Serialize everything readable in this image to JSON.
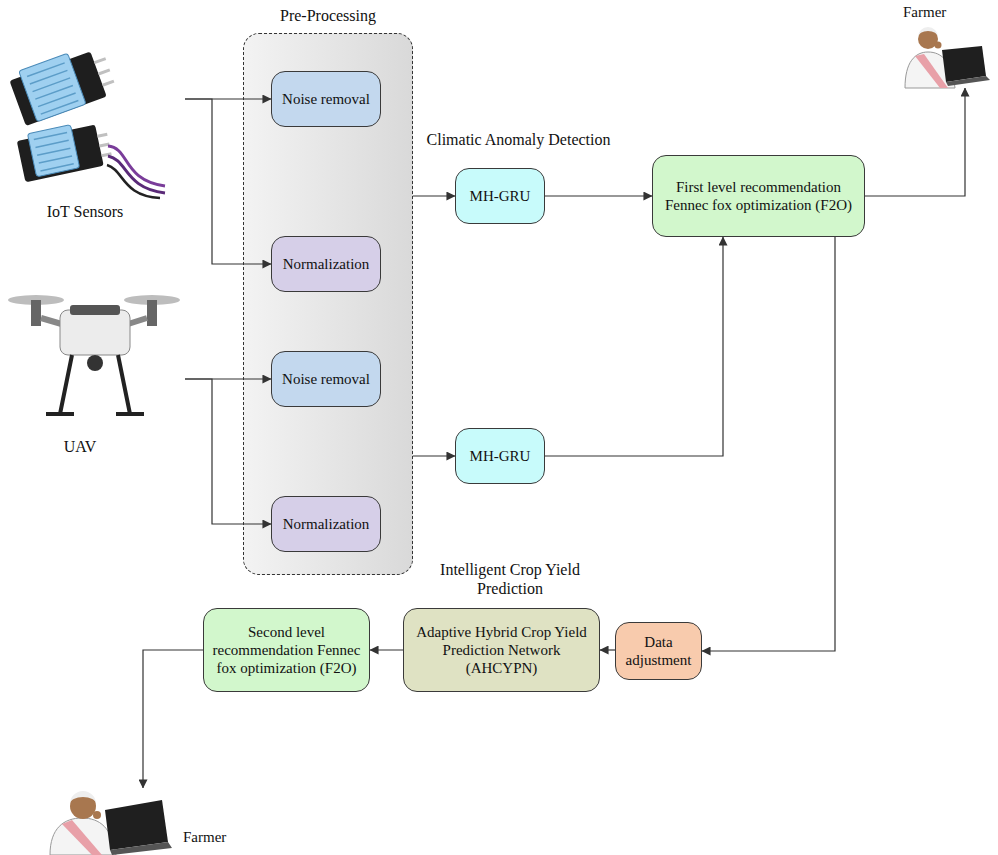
{
  "diagram": {
    "nodes": [
      {
        "text": [
          "IoT Sensors"
        ]
      },
      {
        "text": [
          "Pre-Processing"
        ]
      },
      {
        "text": [
          "Noise removal"
        ],
        "in": 1
      },
      {
        "text": [
          "Normalization"
        ],
        "in": 1
      },
      {
        "text": [
          "Noise removal"
        ],
        "in": 1
      },
      {
        "text": [
          "Normalization"
        ],
        "in": 1
      },
      {
        "text": [
          "UAV"
        ]
      },
      {
        "text": [
          "MH-GRU"
        ]
      },
      {
        "text": [
          "MH-GRU"
        ]
      },
      {
        "text": [
          "First level recommendation Fennec fox optimization (F2O)"
        ]
      },
      {
        "text": [
          "Farmer"
        ]
      },
      {
        "text": [
          "Data adjustment"
        ]
      },
      {
        "text": [
          "Adaptive Hybrid Crop Yield Prediction Network (AHCYPN)"
        ]
      },
      {
        "text": [
          "Second level recommendation Fennec fox optimization (F2O)"
        ]
      },
      {
        "text": [
          "Farmer"
        ]
      }
    ],
    "edges": [
      {
        "from": 0,
        "to": 2,
        "arrow": "to"
      },
      {
        "from": 0,
        "to": 3,
        "arrow": "to"
      },
      {
        "from": 6,
        "to": 4,
        "arrow": "to"
      },
      {
        "from": 6,
        "to": 5,
        "arrow": "to"
      },
      {
        "from": 1,
        "to": 7,
        "arrow": "to"
      },
      {
        "from": 1,
        "to": 8,
        "arrow": "to"
      },
      {
        "from": 7,
        "to": 9,
        "arrow": "to"
      },
      {
        "from": 8,
        "to": 9,
        "arrow": "to"
      },
      {
        "from": 9,
        "to": 10,
        "arrow": "to"
      },
      {
        "from": 9,
        "to": 11,
        "arrow": "to"
      },
      {
        "from": 11,
        "to": 12,
        "arrow": "to"
      },
      {
        "from": 12,
        "to": 13,
        "arrow": "to"
      },
      {
        "from": 13,
        "to": 14,
        "arrow": "to"
      }
    ],
    "labels": [
      "Climatic Anomaly Detection",
      "Intelligent Crop Yield Prediction"
    ]
  }
}
